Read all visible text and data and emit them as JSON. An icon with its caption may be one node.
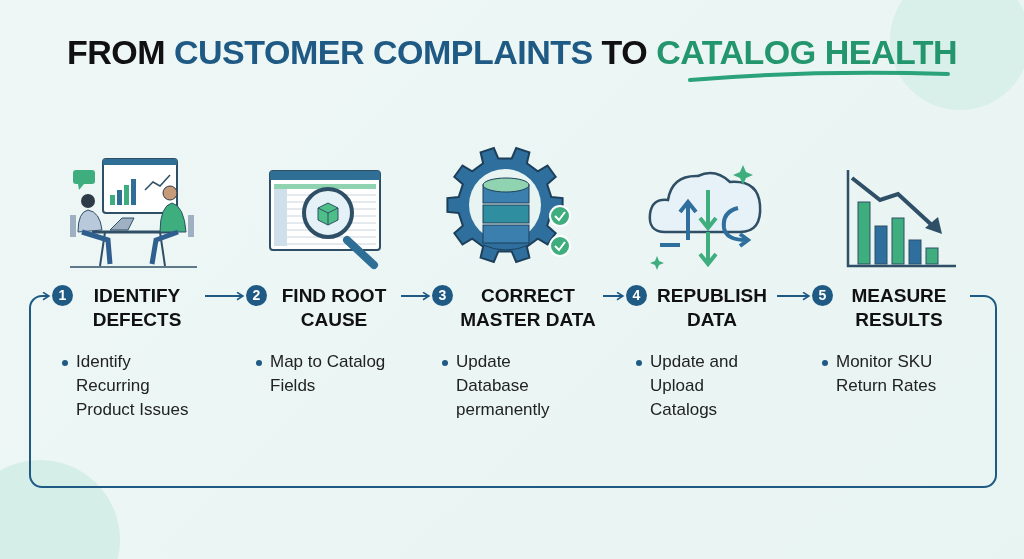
{
  "diagram": {
    "title": "FROM CUSTOMER COMPLAINTS TO CATALOG HEALTH",
    "nodes": [
      {
        "text": [
          "1",
          "IDENTIFY DEFECTS",
          "Identify Recurring Product Issues"
        ]
      },
      {
        "text": [
          "2",
          "FIND ROOT CAUSE",
          "Map to Catalog Fields"
        ]
      },
      {
        "text": [
          "3",
          "CORRECT MASTER DATA",
          "Update Database permanently"
        ]
      },
      {
        "text": [
          "4",
          "REPUBLISH DATA",
          "Update and Upload Catalogs"
        ]
      },
      {
        "text": [
          "5",
          "MEASURE RESULTS",
          "Monitor SKU Return Rates"
        ]
      }
    ],
    "edges": [
      {
        "from": 0,
        "to": 1,
        "arrow": "to"
      },
      {
        "from": 1,
        "to": 2,
        "arrow": "to"
      },
      {
        "from": 2,
        "to": 3,
        "arrow": "to"
      },
      {
        "from": 3,
        "to": 4,
        "arrow": "to"
      },
      {
        "from": 4,
        "to": 0,
        "arrow": "to"
      }
    ]
  }
}
